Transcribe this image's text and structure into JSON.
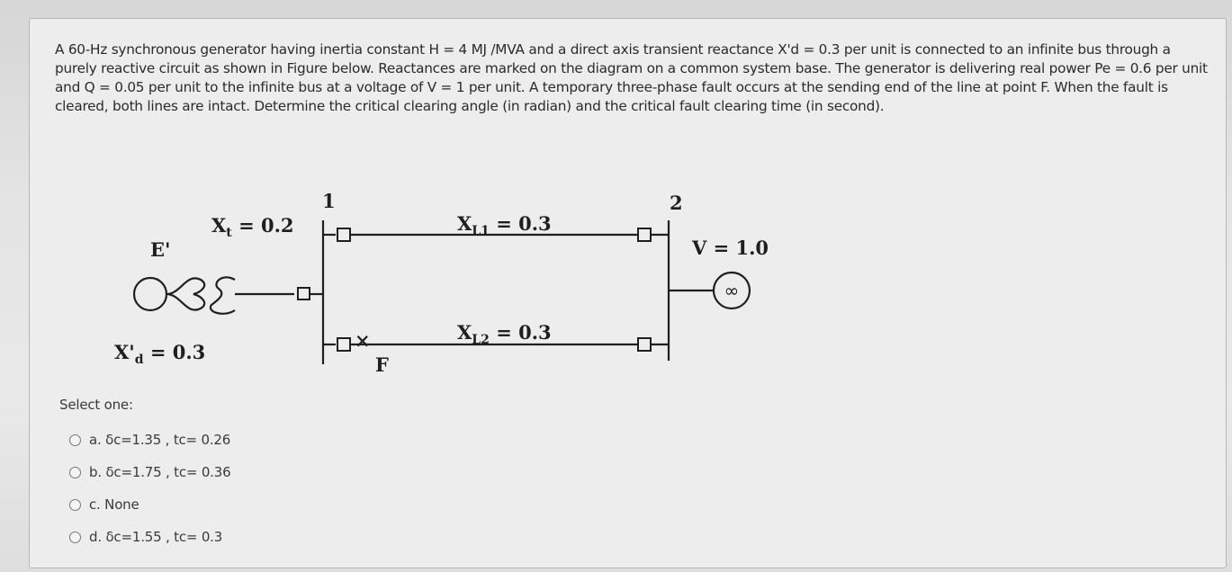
{
  "question": {
    "text": "A 60-Hz synchronous generator having inertia constant H = 4 MJ /MVA and a direct axis transient reactance X'd = 0.3 per unit is connected to an infinite bus through a purely reactive circuit as shown in Figure below. Reactances are marked on the diagram on a common system base. The generator is delivering real power Pe = 0.6 per unit and Q = 0.05 per unit to the infinite bus at a voltage of V = 1 per unit. A temporary three-phase fault occurs at the sending end of the line at point F. When the fault is cleared, both lines are intact. Determine the critical clearing angle (in radian) and the critical fault clearing time (in second)."
  },
  "diagram": {
    "bus1_label": "1",
    "bus2_label": "2",
    "xt_main": "X",
    "xt_sub": "t",
    "xt_value": " = 0.2",
    "xl1_main": "X",
    "xl1_sub": "L1",
    "xl1_value": " = 0.3",
    "xl2_main": "X",
    "xl2_sub": "L2",
    "xl2_value": " = 0.3",
    "emf_label": "E'",
    "xd_main": "X'",
    "xd_sub": "d",
    "xd_value": " = 0.3",
    "v_label": "V = 1.0",
    "infinite_symbol": "∞",
    "fault_label": "F",
    "fault_mark": "×"
  },
  "answers": {
    "select_label": "Select one:",
    "options": [
      {
        "label": "a. δc=1.35 , tc= 0.26"
      },
      {
        "label": "b. δc=1.75 , tc= 0.36"
      },
      {
        "label": "c. None"
      },
      {
        "label": "d. δc=1.55 , tc= 0.3"
      }
    ]
  }
}
